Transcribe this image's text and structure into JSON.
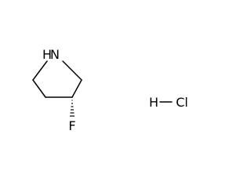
{
  "molecule": {
    "atoms": {
      "nitrogen": "N",
      "hydrogen_on_nitrogen": "H",
      "fluorine": "F"
    },
    "salt": {
      "hydrogen": "H",
      "chlorine": "Cl"
    }
  },
  "colors": {
    "bond": "#000000",
    "label": "#000000",
    "background": "#ffffff"
  }
}
